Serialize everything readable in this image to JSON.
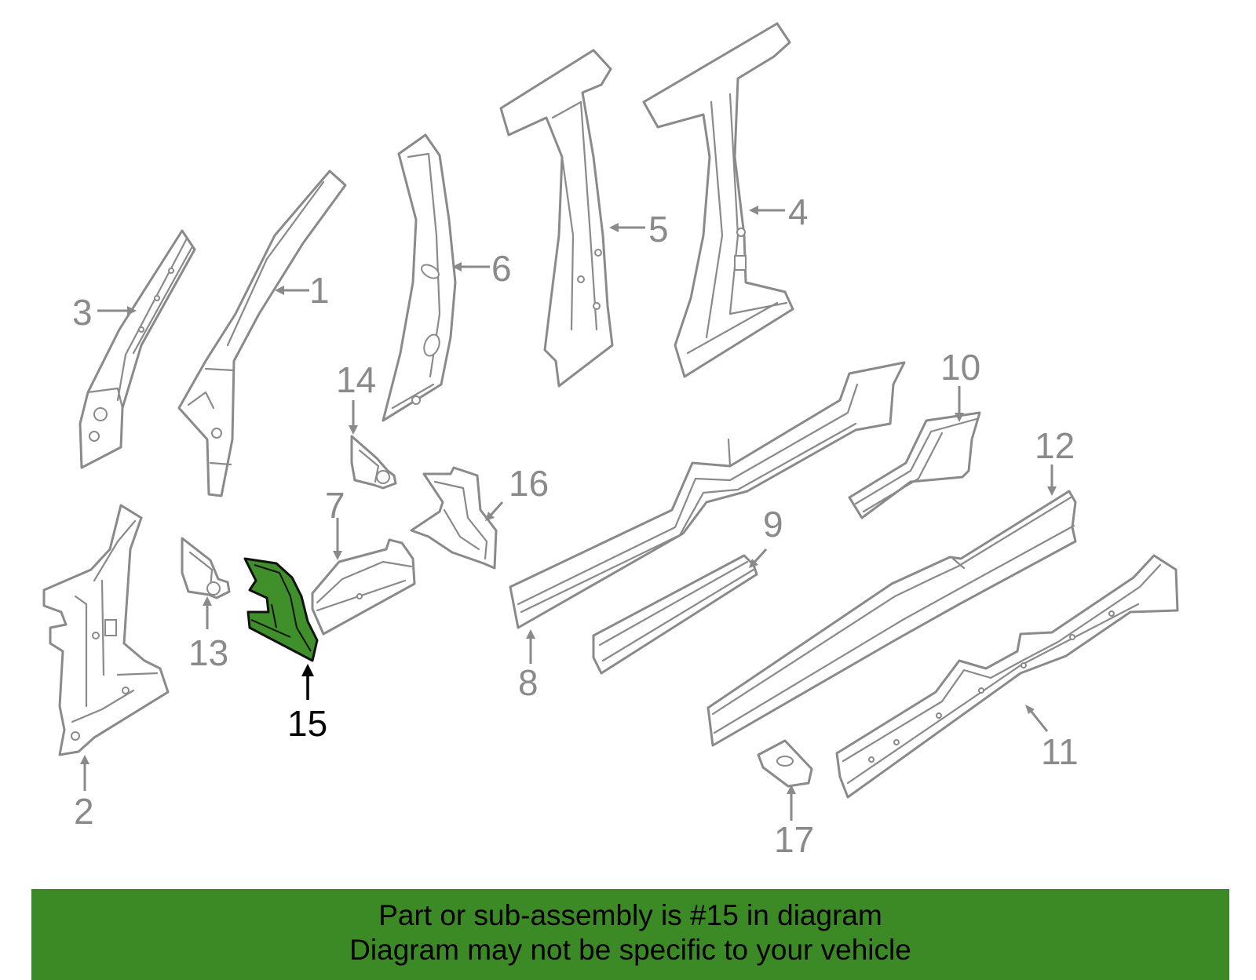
{
  "diagram": {
    "highlight_color": "#3f8f2a",
    "callouts": [
      {
        "id": "1",
        "label": "1"
      },
      {
        "id": "2",
        "label": "2"
      },
      {
        "id": "3",
        "label": "3"
      },
      {
        "id": "4",
        "label": "4"
      },
      {
        "id": "5",
        "label": "5"
      },
      {
        "id": "6",
        "label": "6"
      },
      {
        "id": "7",
        "label": "7"
      },
      {
        "id": "8",
        "label": "8"
      },
      {
        "id": "9",
        "label": "9"
      },
      {
        "id": "10",
        "label": "10"
      },
      {
        "id": "11",
        "label": "11"
      },
      {
        "id": "12",
        "label": "12"
      },
      {
        "id": "13",
        "label": "13"
      },
      {
        "id": "14",
        "label": "14"
      },
      {
        "id": "15",
        "label": "15",
        "highlighted": true
      },
      {
        "id": "16",
        "label": "16"
      },
      {
        "id": "17",
        "label": "17"
      }
    ]
  },
  "banner": {
    "line1": "Part or sub-assembly is #15 in diagram",
    "line2": "Diagram may not be specific to your vehicle",
    "background": "#3c8a26"
  }
}
